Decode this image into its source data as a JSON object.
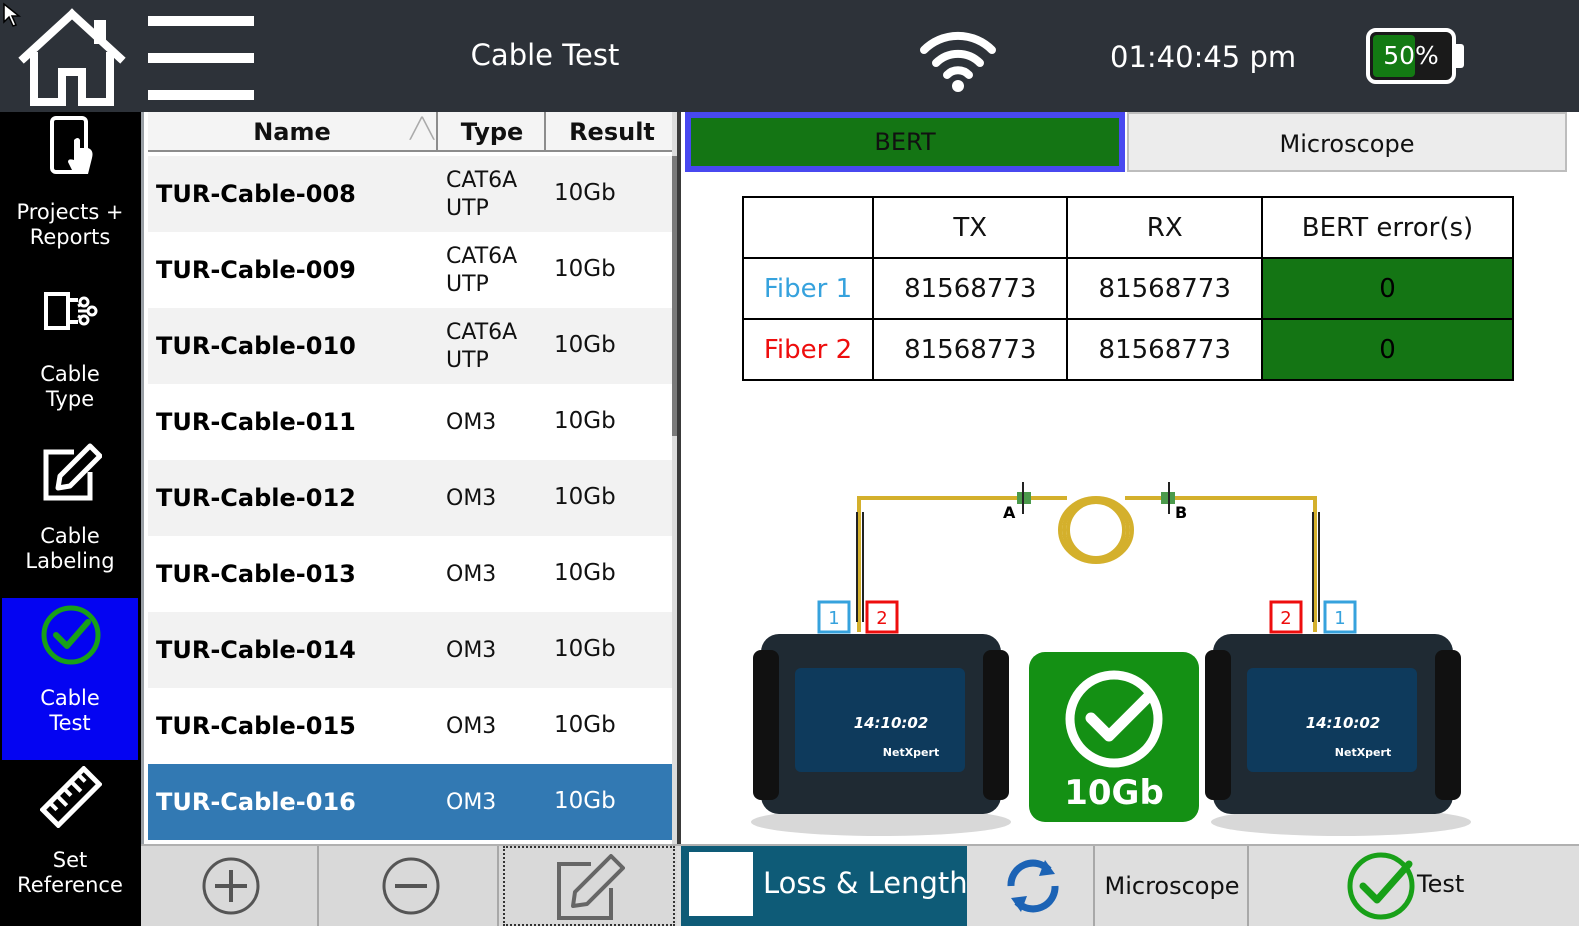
{
  "header": {
    "title": "Cable Test",
    "time": "01:40:45 pm",
    "battery_percent": 50,
    "battery_label": "50%",
    "icons": [
      "home-icon",
      "menu-icon",
      "wifi-icon",
      "battery-icon"
    ]
  },
  "sidebar": {
    "items": [
      {
        "label": "Projects +\nReports",
        "icon": "tablet-touch-icon",
        "active": false
      },
      {
        "label": "Cable\nType",
        "icon": "cable-connector-icon",
        "active": false
      },
      {
        "label": "Cable\nLabeling",
        "icon": "edit-icon",
        "active": false
      },
      {
        "label": "Cable\nTest",
        "icon": "check-circle-icon",
        "active": true
      },
      {
        "label": "Set\nReference",
        "icon": "ruler-icon",
        "active": false
      }
    ]
  },
  "cable_list": {
    "columns": [
      "Name",
      "Type",
      "Result"
    ],
    "rows": [
      {
        "name": "TUR-Cable-008",
        "type": "CAT6A\nUTP",
        "result": "10Gb"
      },
      {
        "name": "TUR-Cable-009",
        "type": "CAT6A\nUTP",
        "result": "10Gb"
      },
      {
        "name": "TUR-Cable-010",
        "type": "CAT6A\nUTP",
        "result": "10Gb"
      },
      {
        "name": "TUR-Cable-011",
        "type": "OM3",
        "result": "10Gb"
      },
      {
        "name": "TUR-Cable-012",
        "type": "OM3",
        "result": "10Gb"
      },
      {
        "name": "TUR-Cable-013",
        "type": "OM3",
        "result": "10Gb"
      },
      {
        "name": "TUR-Cable-014",
        "type": "OM3",
        "result": "10Gb"
      },
      {
        "name": "TUR-Cable-015",
        "type": "OM3",
        "result": "10Gb"
      },
      {
        "name": "TUR-Cable-016",
        "type": "OM3",
        "result": "10Gb"
      }
    ],
    "selected_index": 8,
    "toolbar_icons": [
      "add-icon",
      "remove-icon",
      "edit-icon"
    ]
  },
  "tabs": {
    "active": "BERT",
    "inactive": "Microscope"
  },
  "bert": {
    "headers": [
      "",
      "TX",
      "RX",
      "BERT error(s)"
    ],
    "rows": [
      {
        "label": "Fiber 1",
        "tx": "81568773",
        "rx": "81568773",
        "errors": "0"
      },
      {
        "label": "Fiber 2",
        "tx": "81568773",
        "rx": "81568773",
        "errors": "0"
      }
    ]
  },
  "diagram": {
    "end_a": "A",
    "end_b": "B",
    "port_left": [
      "1",
      "2"
    ],
    "port_right": [
      "2",
      "1"
    ],
    "device_time": "14:10:02",
    "device_brand": "NetXpert",
    "result_badge": "10Gb",
    "colors": {
      "ok": "#147514",
      "fiber1": "#36a2dd",
      "fiber2": "#ee0d0d",
      "fiber_cable": "#e1c037"
    }
  },
  "actions": {
    "loss_length": "Loss & Length",
    "microscope": "Microscope",
    "test": "Test"
  }
}
